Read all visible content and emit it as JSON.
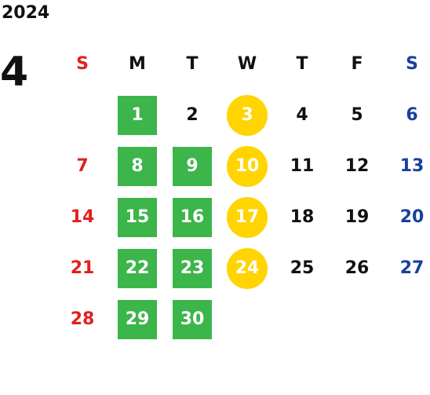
{
  "calendar": {
    "year": "2024",
    "month": "4",
    "weekdays": [
      "S",
      "M",
      "T",
      "W",
      "T",
      "F",
      "S"
    ],
    "colors": {
      "sunday": "#e02020",
      "saturday": "#1a3f9e",
      "green_highlight": "#3cb54a",
      "yellow_highlight": "#ffd400"
    },
    "weeks": [
      [
        {
          "day": "",
          "mark": ""
        },
        {
          "day": "1",
          "mark": "green"
        },
        {
          "day": "2",
          "mark": ""
        },
        {
          "day": "3",
          "mark": "yellow"
        },
        {
          "day": "4",
          "mark": ""
        },
        {
          "day": "5",
          "mark": ""
        },
        {
          "day": "6",
          "mark": ""
        }
      ],
      [
        {
          "day": "7",
          "mark": ""
        },
        {
          "day": "8",
          "mark": "green"
        },
        {
          "day": "9",
          "mark": "green"
        },
        {
          "day": "10",
          "mark": "yellow"
        },
        {
          "day": "11",
          "mark": ""
        },
        {
          "day": "12",
          "mark": ""
        },
        {
          "day": "13",
          "mark": ""
        }
      ],
      [
        {
          "day": "14",
          "mark": ""
        },
        {
          "day": "15",
          "mark": "green"
        },
        {
          "day": "16",
          "mark": "green"
        },
        {
          "day": "17",
          "mark": "yellow"
        },
        {
          "day": "18",
          "mark": ""
        },
        {
          "day": "19",
          "mark": ""
        },
        {
          "day": "20",
          "mark": ""
        }
      ],
      [
        {
          "day": "21",
          "mark": ""
        },
        {
          "day": "22",
          "mark": "green"
        },
        {
          "day": "23",
          "mark": "green"
        },
        {
          "day": "24",
          "mark": "yellow"
        },
        {
          "day": "25",
          "mark": ""
        },
        {
          "day": "26",
          "mark": ""
        },
        {
          "day": "27",
          "mark": ""
        }
      ],
      [
        {
          "day": "28",
          "mark": ""
        },
        {
          "day": "29",
          "mark": "green"
        },
        {
          "day": "30",
          "mark": "green"
        },
        {
          "day": "",
          "mark": ""
        },
        {
          "day": "",
          "mark": ""
        },
        {
          "day": "",
          "mark": ""
        },
        {
          "day": "",
          "mark": ""
        }
      ]
    ]
  }
}
